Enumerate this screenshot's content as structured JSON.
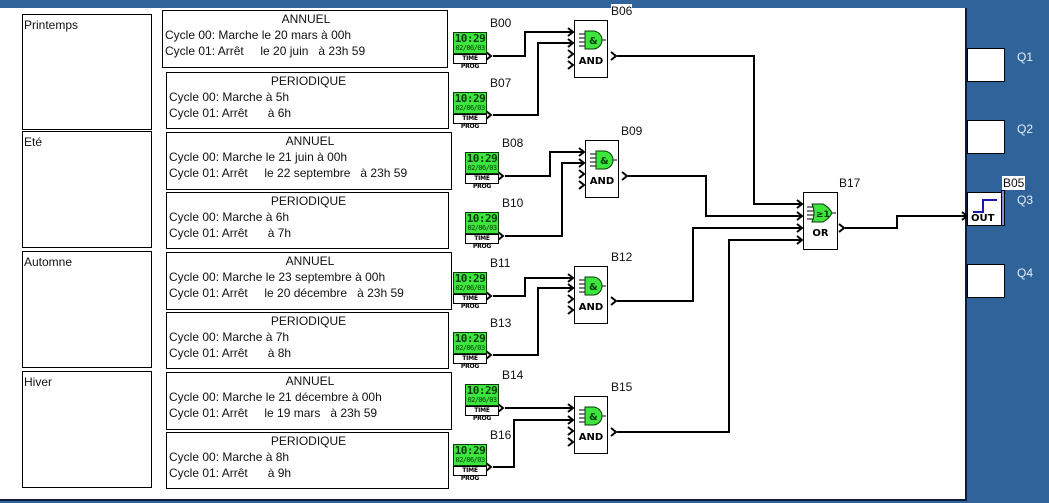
{
  "seasons": [
    {
      "name": "Printemps"
    },
    {
      "name": "Eté"
    },
    {
      "name": "Automne"
    },
    {
      "name": "Hiver"
    }
  ],
  "comments": [
    {
      "title": "ANNUEL",
      "line1": "Cycle 00: Marche le 20 mars à 00h",
      "line2": "Cycle 01: Arrêt     le 20 juin   à 23h 59"
    },
    {
      "title": "PERIODIQUE",
      "line1": "Cycle 00: Marche à 5h",
      "line2": "Cycle 01: Arrêt      à 6h"
    },
    {
      "title": "ANNUEL",
      "line1": "Cycle 00: Marche le 21 juin à 00h",
      "line2": "Cycle 01: Arrêt     le 22 septembre   à 23h 59"
    },
    {
      "title": "PERIODIQUE",
      "line1": "Cycle 00: Marche à 6h",
      "line2": "Cycle 01: Arrêt      à 7h"
    },
    {
      "title": "ANNUEL",
      "line1": "Cycle 00: Marche le 23 septembre à 00h",
      "line2": "Cycle 01: Arrêt     le 20 décembre   à 23h 59"
    },
    {
      "title": "PERIODIQUE",
      "line1": "Cycle 00: Marche à 7h",
      "line2": "Cycle 01: Arrêt      à 8h"
    },
    {
      "title": "ANNUEL",
      "line1": "Cycle 00: Marche le 21 décembre à 00h",
      "line2": "Cycle 01: Arrêt     le 19 mars   à 23h 59"
    },
    {
      "title": "PERIODIQUE",
      "line1": "Cycle 00: Marche à 8h",
      "line2": "Cycle 01: Arrêt      à 9h"
    }
  ],
  "timeprog": {
    "time": "10:29",
    "date": "02/06/03",
    "label": "TIME PROG",
    "blocks": [
      "B00",
      "B07",
      "B08",
      "B10",
      "B11",
      "B13",
      "B14",
      "B16"
    ]
  },
  "gates": [
    {
      "id": "B06",
      "symbol": "&",
      "name": "AND"
    },
    {
      "id": "B09",
      "symbol": "&",
      "name": "AND"
    },
    {
      "id": "B12",
      "symbol": "&",
      "name": "AND"
    },
    {
      "id": "B15",
      "symbol": "&",
      "name": "AND"
    },
    {
      "id": "B17",
      "symbol": "≥1",
      "name": "OR"
    }
  ],
  "output_block": {
    "id": "B05",
    "name": "OUT"
  },
  "outputs": [
    "Q1",
    "Q2",
    "Q3",
    "Q4"
  ],
  "colors": {
    "background": "#2f6399",
    "block_green": "#3ce63c",
    "canvas": "#ffffff",
    "wire": "#000000",
    "out_step": "#1a1ab0"
  }
}
